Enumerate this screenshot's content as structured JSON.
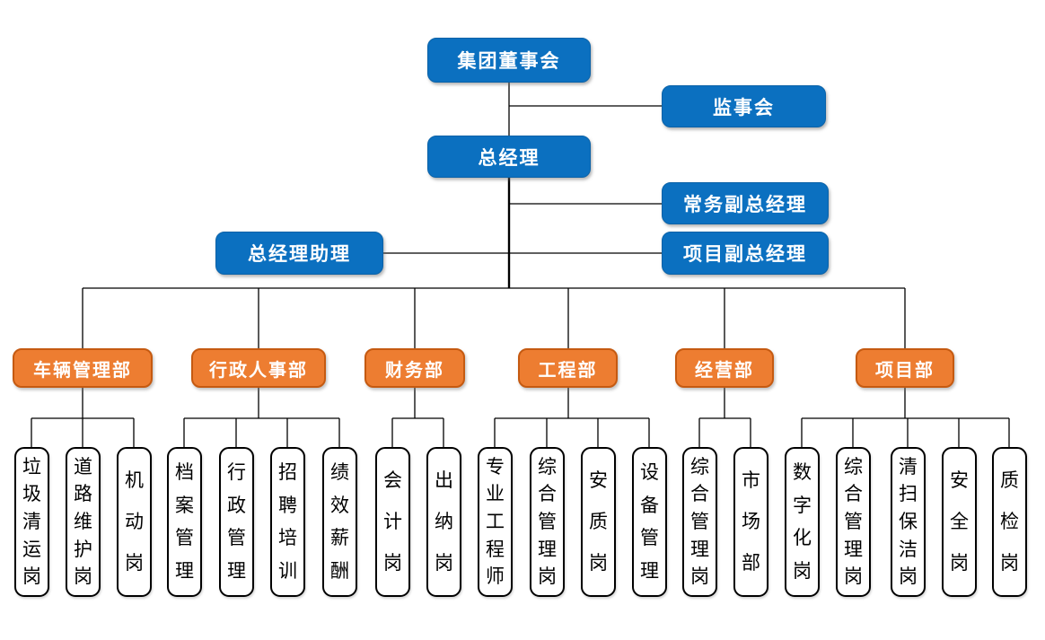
{
  "colors": {
    "blue": "#0B70C0",
    "blue-border": "#0A62A8",
    "orange": "#ED7D31",
    "orange-border": "#C55A11",
    "line": "#000000",
    "box-border": "#000000",
    "bg": "#FFFFFF"
  },
  "top": {
    "board": "集团董事会",
    "supervisory": "监事会",
    "gm": "总经理",
    "executive_deputy_gm": "常务副总经理",
    "gm_assistant": "总经理助理",
    "project_deputy_gm": "项目副总经理"
  },
  "departments": [
    {
      "name": "车辆管理部",
      "positions": [
        "垃圾清运岗",
        "道路维护岗",
        "机动岗"
      ]
    },
    {
      "name": "行政人事部",
      "positions": [
        "档案管理",
        "行政管理",
        "招聘培训",
        "绩效薪酬"
      ]
    },
    {
      "name": "财务部",
      "positions": [
        "会计岗",
        "出纳岗"
      ]
    },
    {
      "name": "工程部",
      "positions": [
        "专业工程师",
        "综合管理岗",
        "安质岗",
        "设备管理"
      ]
    },
    {
      "name": "经营部",
      "positions": [
        "综合管理岗",
        "市场部"
      ]
    },
    {
      "name": "项目部",
      "positions": [
        "数字化岗",
        "综合管理岗",
        "清扫保洁岗",
        "安全岗",
        "质检岗"
      ]
    }
  ]
}
